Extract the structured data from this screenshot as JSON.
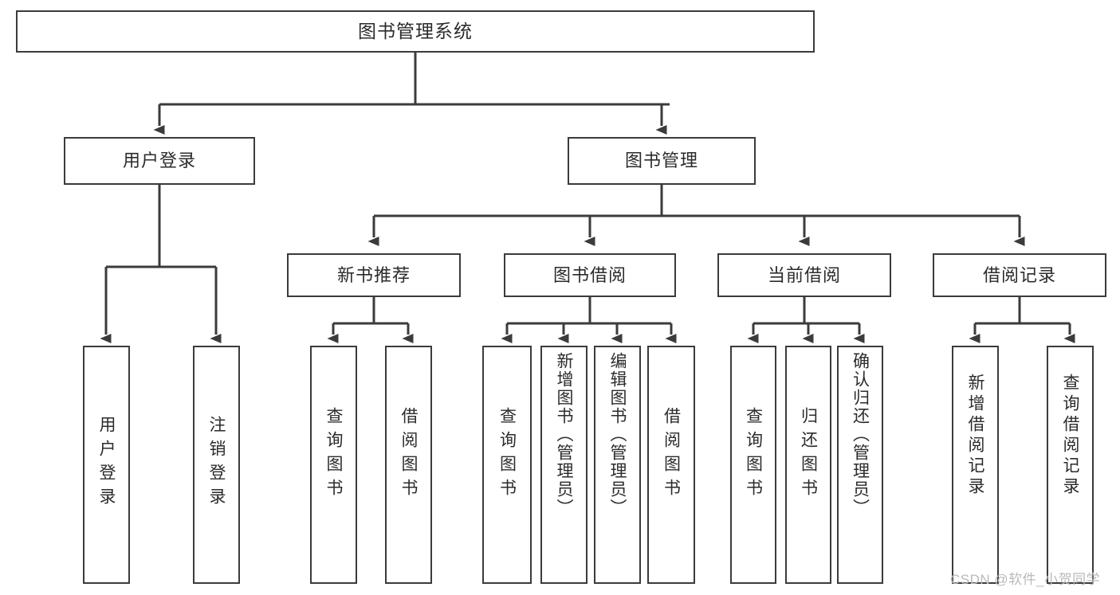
{
  "diagram": {
    "title": "图书管理系统",
    "type": "tree-hierarchy",
    "orientation": "top-down",
    "colors": {
      "stroke": "#3b3b3b",
      "fill": "#ffffff",
      "text": "#2b2b2b",
      "watermark": "#b9b9b9"
    }
  },
  "root": {
    "label": "图书管理系统"
  },
  "level1": [
    {
      "label": "用户登录"
    },
    {
      "label": "图书管理"
    }
  ],
  "level2": [
    {
      "label": "新书推荐"
    },
    {
      "label": "图书借阅"
    },
    {
      "label": "当前借阅"
    },
    {
      "label": "借阅记录"
    }
  ],
  "leaves": {
    "user_login": [
      {
        "label": "用户登录"
      },
      {
        "label": "注销登录"
      }
    ],
    "new_book_recommend": [
      {
        "label": "查询图书"
      },
      {
        "label": "借阅图书"
      }
    ],
    "book_borrow": [
      {
        "label": "查询图书"
      },
      {
        "label": "新增图书（管理员）"
      },
      {
        "label": "编辑图书（管理员）"
      },
      {
        "label": "借阅图书"
      }
    ],
    "current_borrow": [
      {
        "label": "查询图书"
      },
      {
        "label": "归还图书"
      },
      {
        "label": "确认归还（管理员）"
      }
    ],
    "borrow_record": [
      {
        "label": "新增借阅记录"
      },
      {
        "label": "查询借阅记录"
      }
    ]
  },
  "watermark": {
    "text": "CSDN @软件_小贺同学"
  },
  "chart_data": {
    "type": "table",
    "title": "图书管理系统",
    "nodes": [
      {
        "id": "root",
        "label": "图书管理系统",
        "level": 0,
        "parent": null
      },
      {
        "id": "user-login",
        "label": "用户登录",
        "level": 1,
        "parent": "root"
      },
      {
        "id": "book-manage",
        "label": "图书管理",
        "level": 1,
        "parent": "root"
      },
      {
        "id": "new-book",
        "label": "新书推荐",
        "level": 2,
        "parent": "book-manage"
      },
      {
        "id": "book-borrow",
        "label": "图书借阅",
        "level": 2,
        "parent": "book-manage"
      },
      {
        "id": "current-borrow",
        "label": "当前借阅",
        "level": 2,
        "parent": "book-manage"
      },
      {
        "id": "borrow-record",
        "label": "借阅记录",
        "level": 2,
        "parent": "book-manage"
      },
      {
        "id": "leaf-user-login",
        "label": "用户登录",
        "level": 2,
        "parent": "user-login"
      },
      {
        "id": "leaf-logout",
        "label": "注销登录",
        "level": 2,
        "parent": "user-login"
      },
      {
        "id": "leaf-query-book-1",
        "label": "查询图书",
        "level": 3,
        "parent": "new-book"
      },
      {
        "id": "leaf-borrow-book-1",
        "label": "借阅图书",
        "level": 3,
        "parent": "new-book"
      },
      {
        "id": "leaf-query-book-2",
        "label": "查询图书",
        "level": 3,
        "parent": "book-borrow"
      },
      {
        "id": "leaf-add-book",
        "label": "新增图书（管理员）",
        "level": 3,
        "parent": "book-borrow"
      },
      {
        "id": "leaf-edit-book",
        "label": "编辑图书（管理员）",
        "level": 3,
        "parent": "book-borrow"
      },
      {
        "id": "leaf-borrow-book-2",
        "label": "借阅图书",
        "level": 3,
        "parent": "book-borrow"
      },
      {
        "id": "leaf-query-book-3",
        "label": "查询图书",
        "level": 3,
        "parent": "current-borrow"
      },
      {
        "id": "leaf-return-book",
        "label": "归还图书",
        "level": 3,
        "parent": "current-borrow"
      },
      {
        "id": "leaf-confirm-return",
        "label": "确认归还（管理员）",
        "level": 3,
        "parent": "current-borrow"
      },
      {
        "id": "leaf-add-record",
        "label": "新增借阅记录",
        "level": 3,
        "parent": "borrow-record"
      },
      {
        "id": "leaf-query-record",
        "label": "查询借阅记录",
        "level": 3,
        "parent": "borrow-record"
      }
    ]
  }
}
